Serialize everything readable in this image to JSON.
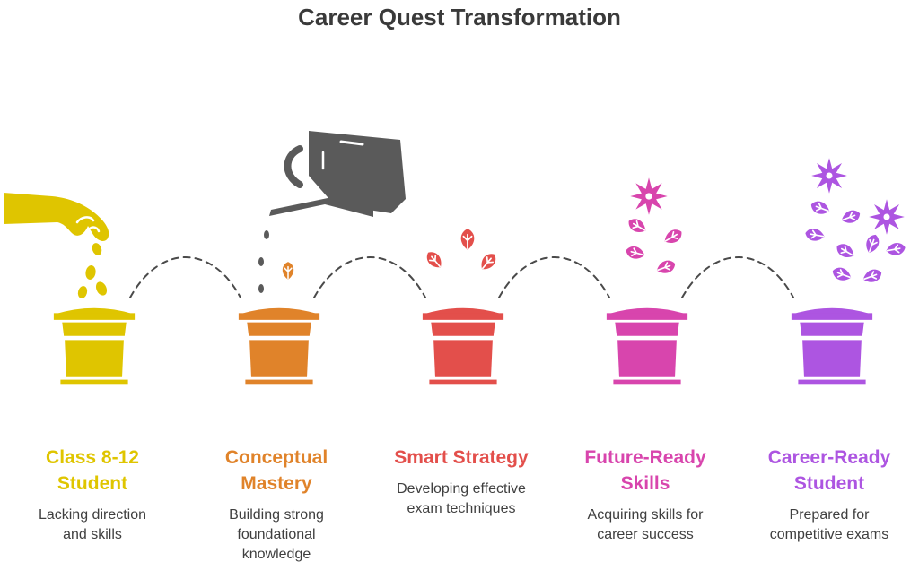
{
  "title": "Career Quest Transformation",
  "colors": {
    "yellow": "#dfc500",
    "orange": "#e0832a",
    "red": "#e34f4b",
    "pink": "#d845ad",
    "purple": "#ad55e1",
    "gray": "#5a5a5a",
    "dash": "#4a4a4a"
  },
  "icons": {
    "hand": "hand-seed-icon",
    "watering_can": "watering-can-icon",
    "pot": "flower-pot-icon",
    "leaf": "leaf-icon",
    "flower": "flower-icon"
  },
  "steps": [
    {
      "title_lines": [
        "Class 8-12",
        "Student"
      ],
      "desc_lines": [
        "Lacking direction",
        "and skills"
      ]
    },
    {
      "title_lines": [
        "Conceptual",
        "Mastery"
      ],
      "desc_lines": [
        "Building strong",
        "foundational",
        "knowledge"
      ]
    },
    {
      "title_lines": [
        "Smart Strategy"
      ],
      "desc_lines": [
        "Developing effective",
        "exam techniques"
      ]
    },
    {
      "title_lines": [
        "Future-Ready",
        "Skills"
      ],
      "desc_lines": [
        "Acquiring skills for",
        "career success"
      ]
    },
    {
      "title_lines": [
        "Career-Ready",
        "Student"
      ],
      "desc_lines": [
        "Prepared for",
        "competitive exams"
      ]
    }
  ]
}
